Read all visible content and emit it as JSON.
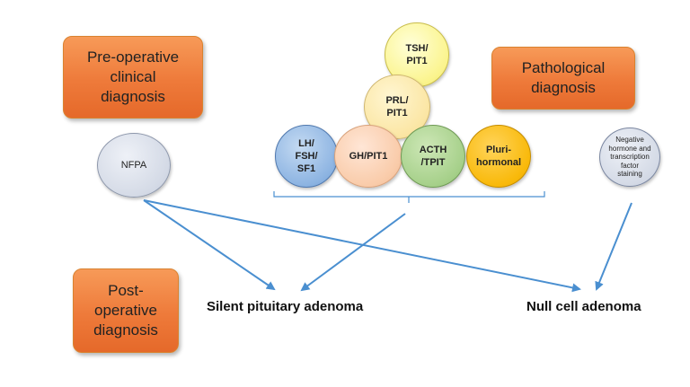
{
  "boxes": {
    "preoperative": "Pre-operative\nclinical\ndiagnosis",
    "pathological": "Pathological\ndiagnosis",
    "postoperative": "Post-\noperative\ndiagnosis"
  },
  "circles": {
    "nfpa": "NFPA",
    "negative": "Negative\nhormone and\ntranscription\nfactor\nstaining",
    "tsh": "TSH/\nPIT1",
    "prl": "PRL/\nPIT1",
    "lh": "LH/\nFSH/\nSF1",
    "gh": "GH/PIT1",
    "acth": "ACTH\n/TPIT",
    "pluri": "Pluri-\nhormonal"
  },
  "outcomes": {
    "silent": "Silent pituitary adenoma",
    "null_cell": "Null cell adenoma"
  },
  "colors": {
    "box_orange": "#ee7a3a",
    "arrow_blue": "#4a8fd0"
  }
}
